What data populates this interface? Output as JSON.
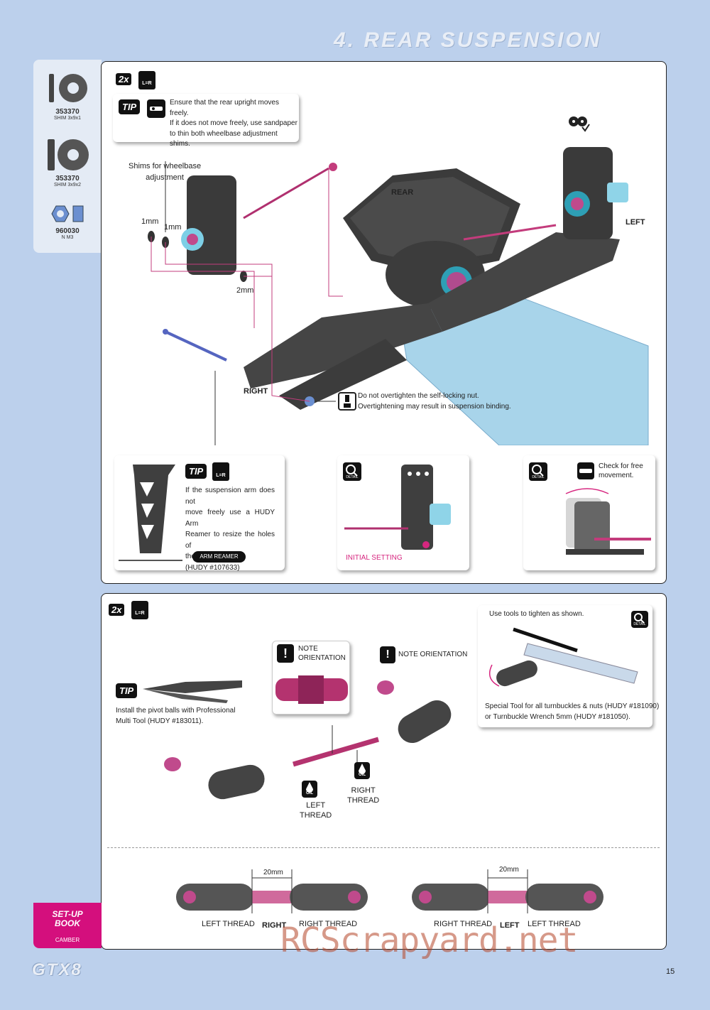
{
  "header": {
    "title": "4. REAR SUSPENSION"
  },
  "sidebar": {
    "parts": [
      {
        "code": "353370",
        "desc": "SHIM 3x9x1"
      },
      {
        "code": "353370",
        "desc": "SHIM 3x9x2"
      },
      {
        "code": "960030",
        "desc": "N M3"
      }
    ]
  },
  "step1": {
    "qty": "2x",
    "lr": "L=R",
    "tip_label": "TIP",
    "tip_text": [
      "Ensure that the rear upright moves freely.",
      "If it does not move freely, use sandpaper",
      "to thin both wheelbase adjustment shims."
    ],
    "shims_label": [
      "Shims for wheelbase",
      "adjustment"
    ],
    "mm1a": "1mm",
    "mm1b": "1mm",
    "mm2": "2mm",
    "rear_label": "REAR",
    "left_label": "LEFT",
    "right_label": "RIGHT",
    "nut_warning": [
      "Do not overtighten the self-locking nut.",
      "Overtightening may result in suspension binding."
    ],
    "arm_tip": {
      "label": "TIP",
      "lr": "L=R",
      "text": [
        "If the suspension arm does not",
        "move freely use a HUDY Arm",
        "Reamer to resize the holes of",
        "the arms.",
        "(HUDY #107633)"
      ],
      "tool": "ARM REAMER"
    },
    "detail1": {
      "tag": "DETAIL",
      "caption": "INITIAL SETTING"
    },
    "detail2": {
      "tag": "DETAIL",
      "text": [
        "Check for free",
        "movement."
      ]
    }
  },
  "step2": {
    "qty": "2x",
    "lr": "L=R",
    "tip_label": "TIP",
    "tip_text": [
      "Install the pivot balls with Professional",
      "Multi Tool (HUDY #183011)."
    ],
    "note1": [
      "NOTE",
      "ORIENTATION"
    ],
    "note2": "NOTE ORIENTATION",
    "oil1": "OIL",
    "oil2": "OIL",
    "left_thread": [
      "LEFT",
      "THREAD"
    ],
    "right_thread": [
      "RIGHT",
      "THREAD"
    ],
    "tools_box": {
      "title": "Use tools to tighten as shown.",
      "tag": "DETAIL",
      "text": [
        "Special Tool for all turnbuckles & nuts (HUDY #181090)",
        "or Turnbuckle Wrench 5mm (HUDY #181050)."
      ]
    },
    "link_right": {
      "dim": "20mm",
      "left": "LEFT THREAD",
      "mid": "RIGHT",
      "right": "RIGHT THREAD"
    },
    "link_left": {
      "dim": "20mm",
      "left": "RIGHT THREAD",
      "mid": "LEFT",
      "right": "LEFT THREAD"
    }
  },
  "setup": {
    "title": [
      "SET-UP",
      "BOOK"
    ],
    "sub": "CAMBER"
  },
  "footer": {
    "logo": "GTX8",
    "page": "15",
    "watermark": "RCScrapyard.net"
  }
}
